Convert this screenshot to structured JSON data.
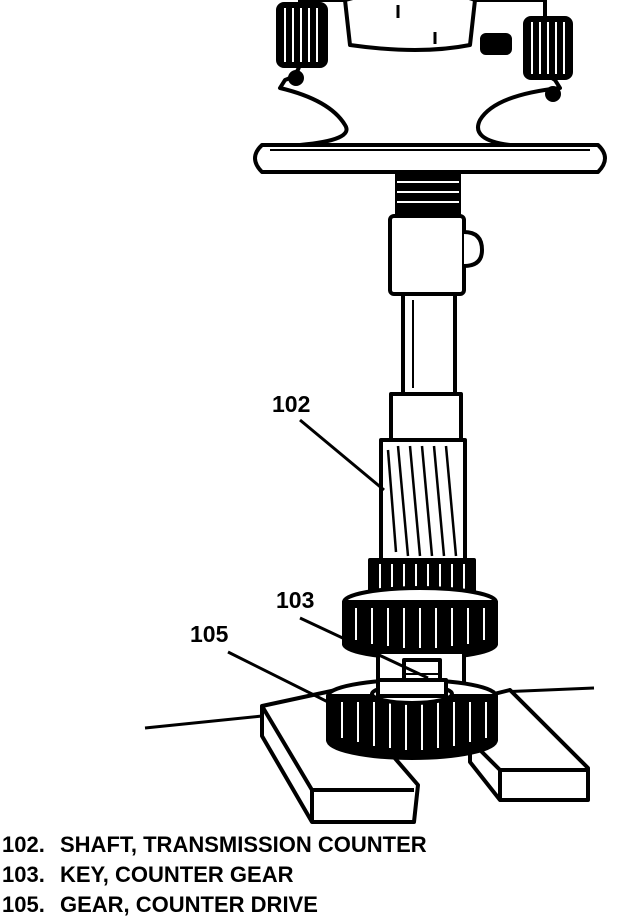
{
  "callouts": {
    "c102": "102",
    "c103": "103",
    "c105": "105"
  },
  "legend": [
    {
      "number": "102.",
      "text": "SHAFT, TRANSMISSION COUNTER"
    },
    {
      "number": "103.",
      "text": "KEY, COUNTER GEAR"
    },
    {
      "number": "105.",
      "text": "GEAR, COUNTER DRIVE"
    }
  ],
  "colors": {
    "ink": "#000000",
    "paper": "#ffffff"
  }
}
